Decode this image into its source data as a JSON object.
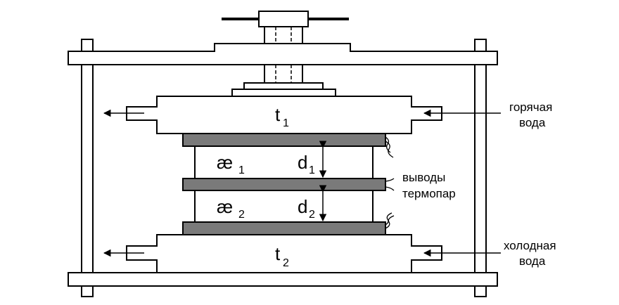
{
  "labels": {
    "hot_plate_symbol": "t",
    "hot_plate_sub": "1",
    "cold_plate_symbol": "t",
    "cold_plate_sub": "2",
    "kappa1_symbol": "æ",
    "kappa1_sub": "1",
    "kappa2_symbol": "æ",
    "kappa2_sub": "2",
    "d1_symbol": "d",
    "d1_sub": "1",
    "d2_symbol": "d",
    "d2_sub": "2",
    "hot_water_line1": "горячая",
    "hot_water_line2": "вода",
    "thermocouple_line1": "выводы",
    "thermocouple_line2": "термопар",
    "cold_water_line1": "холодная",
    "cold_water_line2": "вода"
  },
  "colors": {
    "line": "#000000",
    "background": "#ffffff",
    "layer_fill": "#7a7a7a"
  }
}
